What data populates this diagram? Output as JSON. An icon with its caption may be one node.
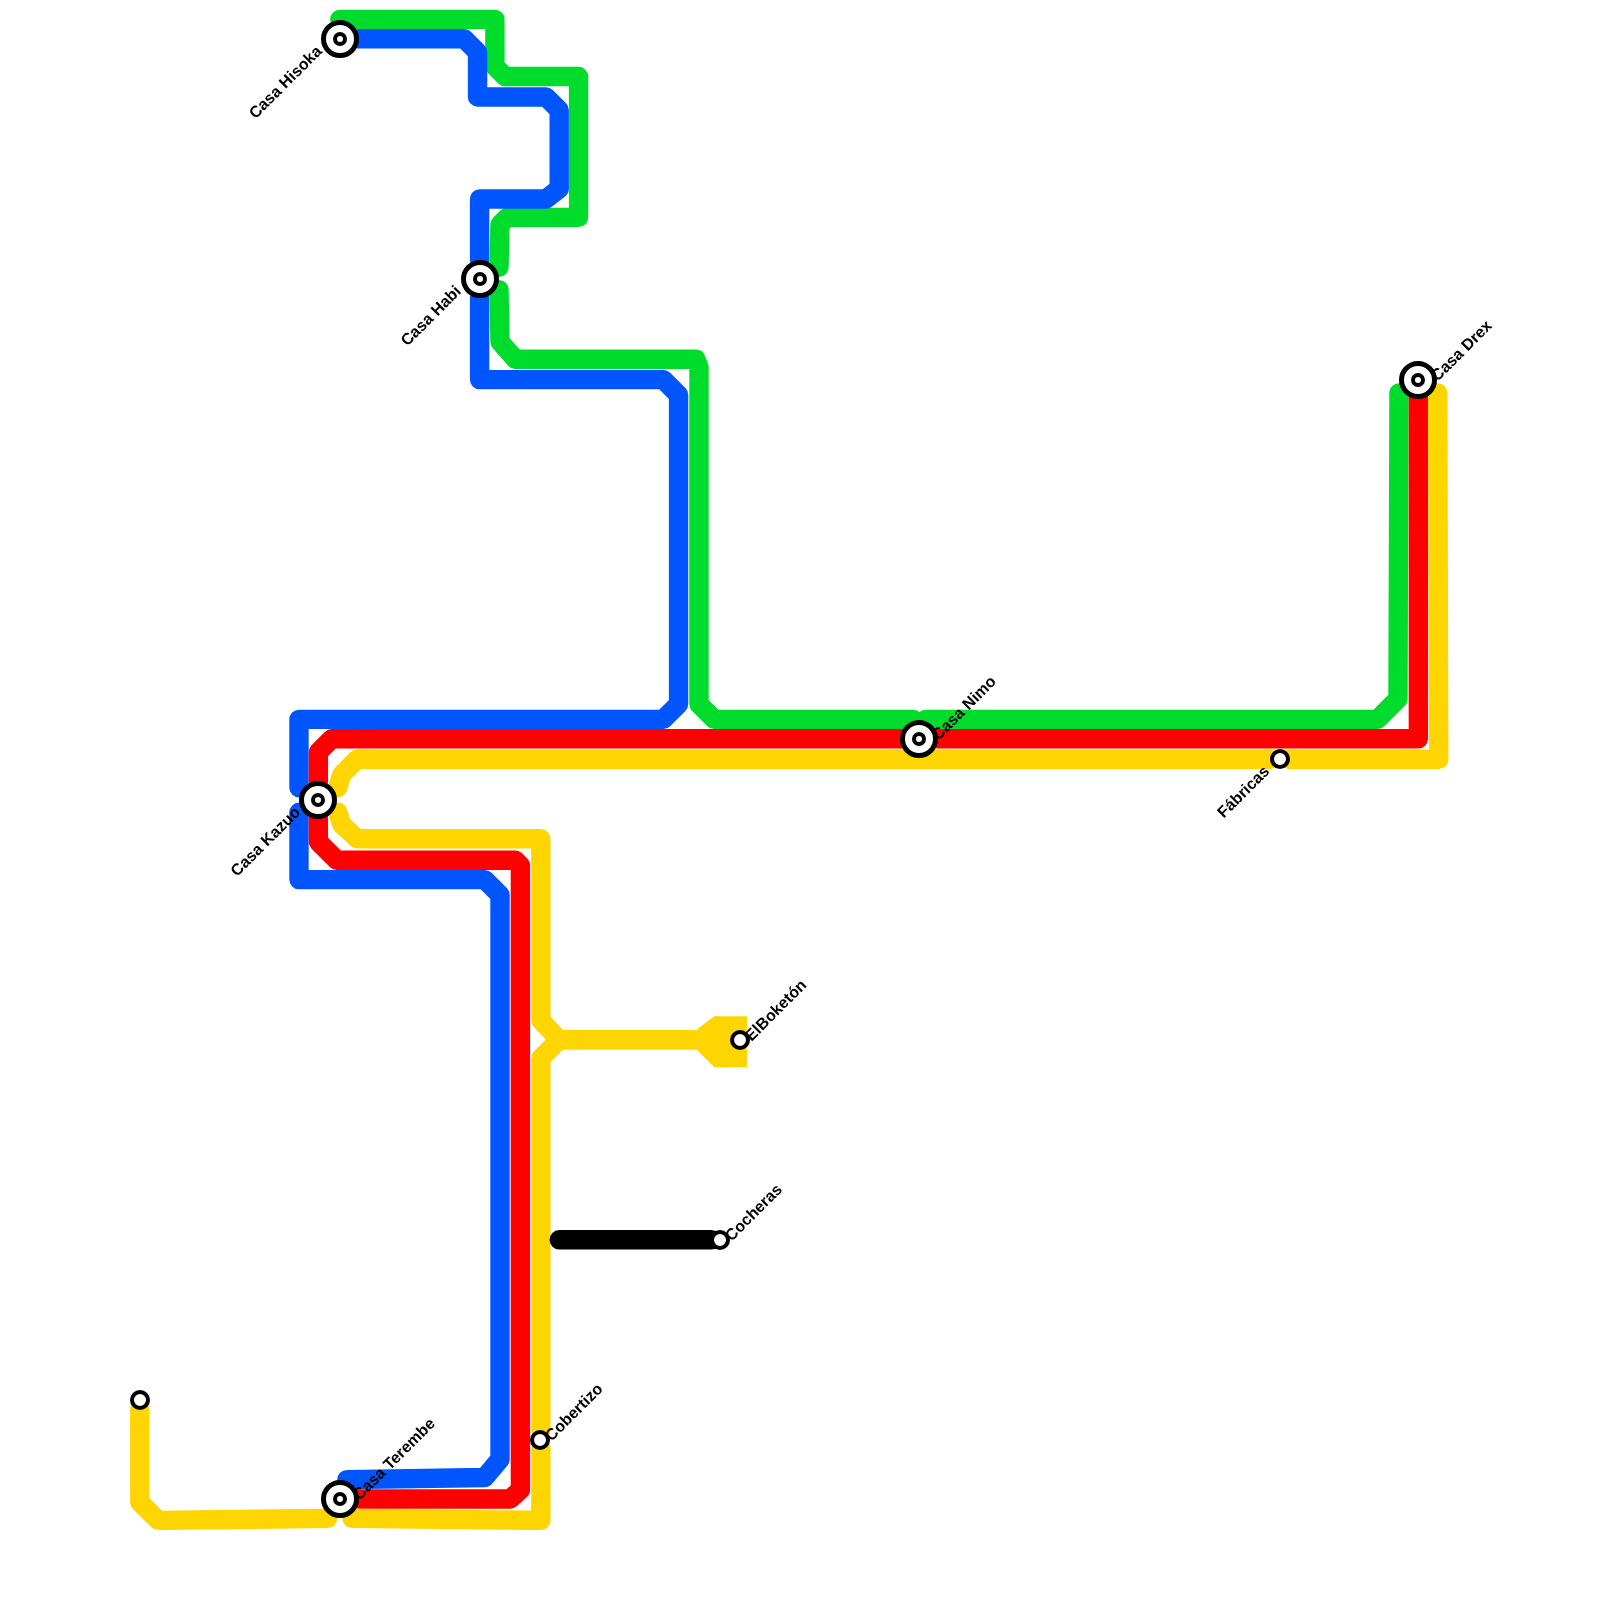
{
  "diagram": {
    "nodes": [
      {
        "text": [
          "Casa Hisoka"
        ]
      },
      {
        "text": [
          "Casa Habi"
        ]
      },
      {
        "text": [
          "Casa Drex"
        ]
      },
      {
        "text": [
          "Casa Nimo"
        ]
      },
      {
        "text": [
          "Casa Kazuo"
        ]
      },
      {
        "text": [
          "Fábricas"
        ]
      },
      {
        "text": [
          "ElBoketón"
        ]
      },
      {
        "text": [
          "Cocheras"
        ]
      },
      {
        "text": [],
        "shape": "circle"
      },
      {
        "text": [
          "Cobertizo"
        ]
      },
      {
        "text": [
          "Casa Terembe"
        ]
      }
    ],
    "edges": [
      {
        "from": 0,
        "to": 1,
        "arrow": "none",
        "color": "#00dc2b"
      },
      {
        "from": 1,
        "to": 3,
        "arrow": "none",
        "color": "#00dc2b"
      },
      {
        "from": 3,
        "to": 2,
        "arrow": "none",
        "color": "#00dc2b"
      },
      {
        "from": 0,
        "to": 1,
        "arrow": "none",
        "color": "#0055ff"
      },
      {
        "from": 1,
        "to": 4,
        "arrow": "none",
        "color": "#0055ff"
      },
      {
        "from": 4,
        "to": 10,
        "arrow": "none",
        "color": "#0055ff"
      },
      {
        "from": 2,
        "to": 3,
        "arrow": "none",
        "color": "#ff0000"
      },
      {
        "from": 3,
        "to": 4,
        "arrow": "none",
        "color": "#ff0000"
      },
      {
        "from": 4,
        "to": 10,
        "arrow": "none",
        "color": "#ff0000"
      },
      {
        "from": 2,
        "to": 5,
        "arrow": "none",
        "color": "#ffd500"
      },
      {
        "from": 5,
        "to": 4,
        "arrow": "none",
        "color": "#ffd500"
      },
      {
        "from": 4,
        "to": 6,
        "arrow": "none",
        "color": "#ffd500"
      },
      {
        "from": 6,
        "to": 9,
        "arrow": "none",
        "color": "#ffd500"
      },
      {
        "from": 9,
        "to": 10,
        "arrow": "none",
        "color": "#ffd500"
      },
      {
        "from": 10,
        "to": 8,
        "arrow": "none",
        "color": "#ffd500"
      },
      {
        "from": null,
        "to": 7,
        "arrow": "none",
        "color": "#000000"
      }
    ]
  }
}
